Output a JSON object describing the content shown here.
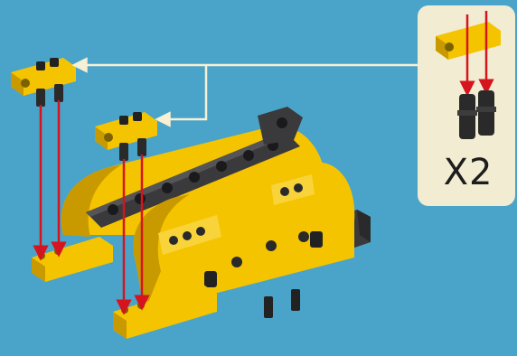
{
  "instruction": {
    "quantity_label": "X2"
  },
  "colors": {
    "background": "#4aa3c8",
    "callout_panel": "#f2ecd2",
    "part_yellow": "#f5c400",
    "part_yellow_shade": "#c99a00",
    "part_dark_gray": "#3a3a3c",
    "pin_black": "#222222",
    "guide_arrow_red": "#d6141d",
    "leader_line_cream": "#f6f0d4"
  },
  "icons": {
    "callout": "beam-with-pins-assembly",
    "model": "yellow-cylinder-body-assembly"
  }
}
